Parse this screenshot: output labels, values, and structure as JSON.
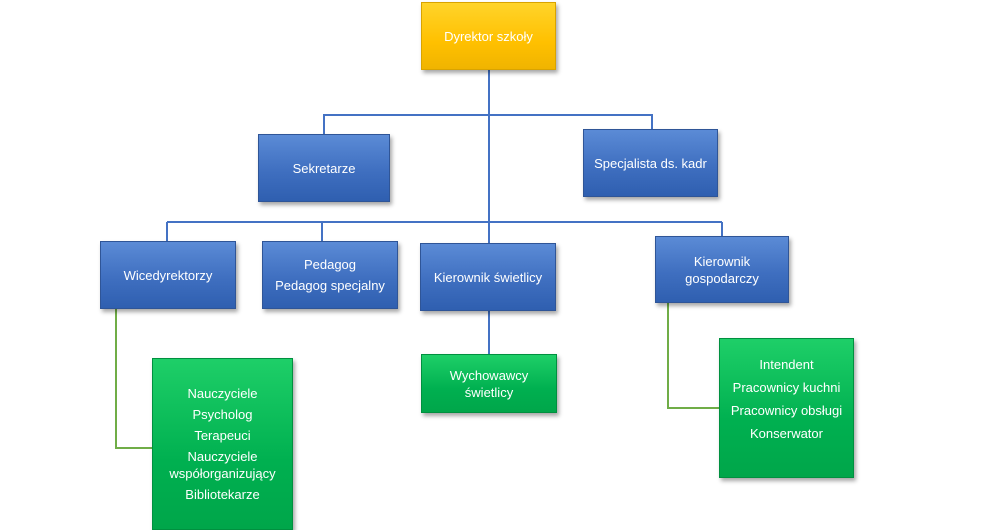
{
  "org_chart": {
    "director": "Dyrektor szkoły",
    "secretaries": "Sekretarze",
    "hr_specialist": "Specjalista ds. kadr",
    "vice_directors": "Wicedyrektorzy",
    "pedagogue_lines": [
      "Pedagog",
      "Pedagog specjalny"
    ],
    "dayroom_head": "Kierownik świetlicy",
    "facility_head_lines": [
      "Kierownik",
      "gospodarczy"
    ],
    "teachers_list": [
      "Nauczyciele",
      "Psycholog",
      "Terapeuci",
      "Nauczyciele",
      "współorganizujący",
      "Bibliotekarze"
    ],
    "dayroom_staff_lines": [
      "Wychowawcy",
      "świetlicy"
    ],
    "support_staff_list": [
      "Intendent",
      "Pracownicy kuchni",
      "Pracownicy obsługi",
      "Konserwator"
    ]
  },
  "colors": {
    "director_fill": "#ffc000",
    "unit_fill": "#4472c4",
    "staff_fill": "#00b050",
    "blue_connector": "#4472c4",
    "green_connector": "#70ad47"
  }
}
